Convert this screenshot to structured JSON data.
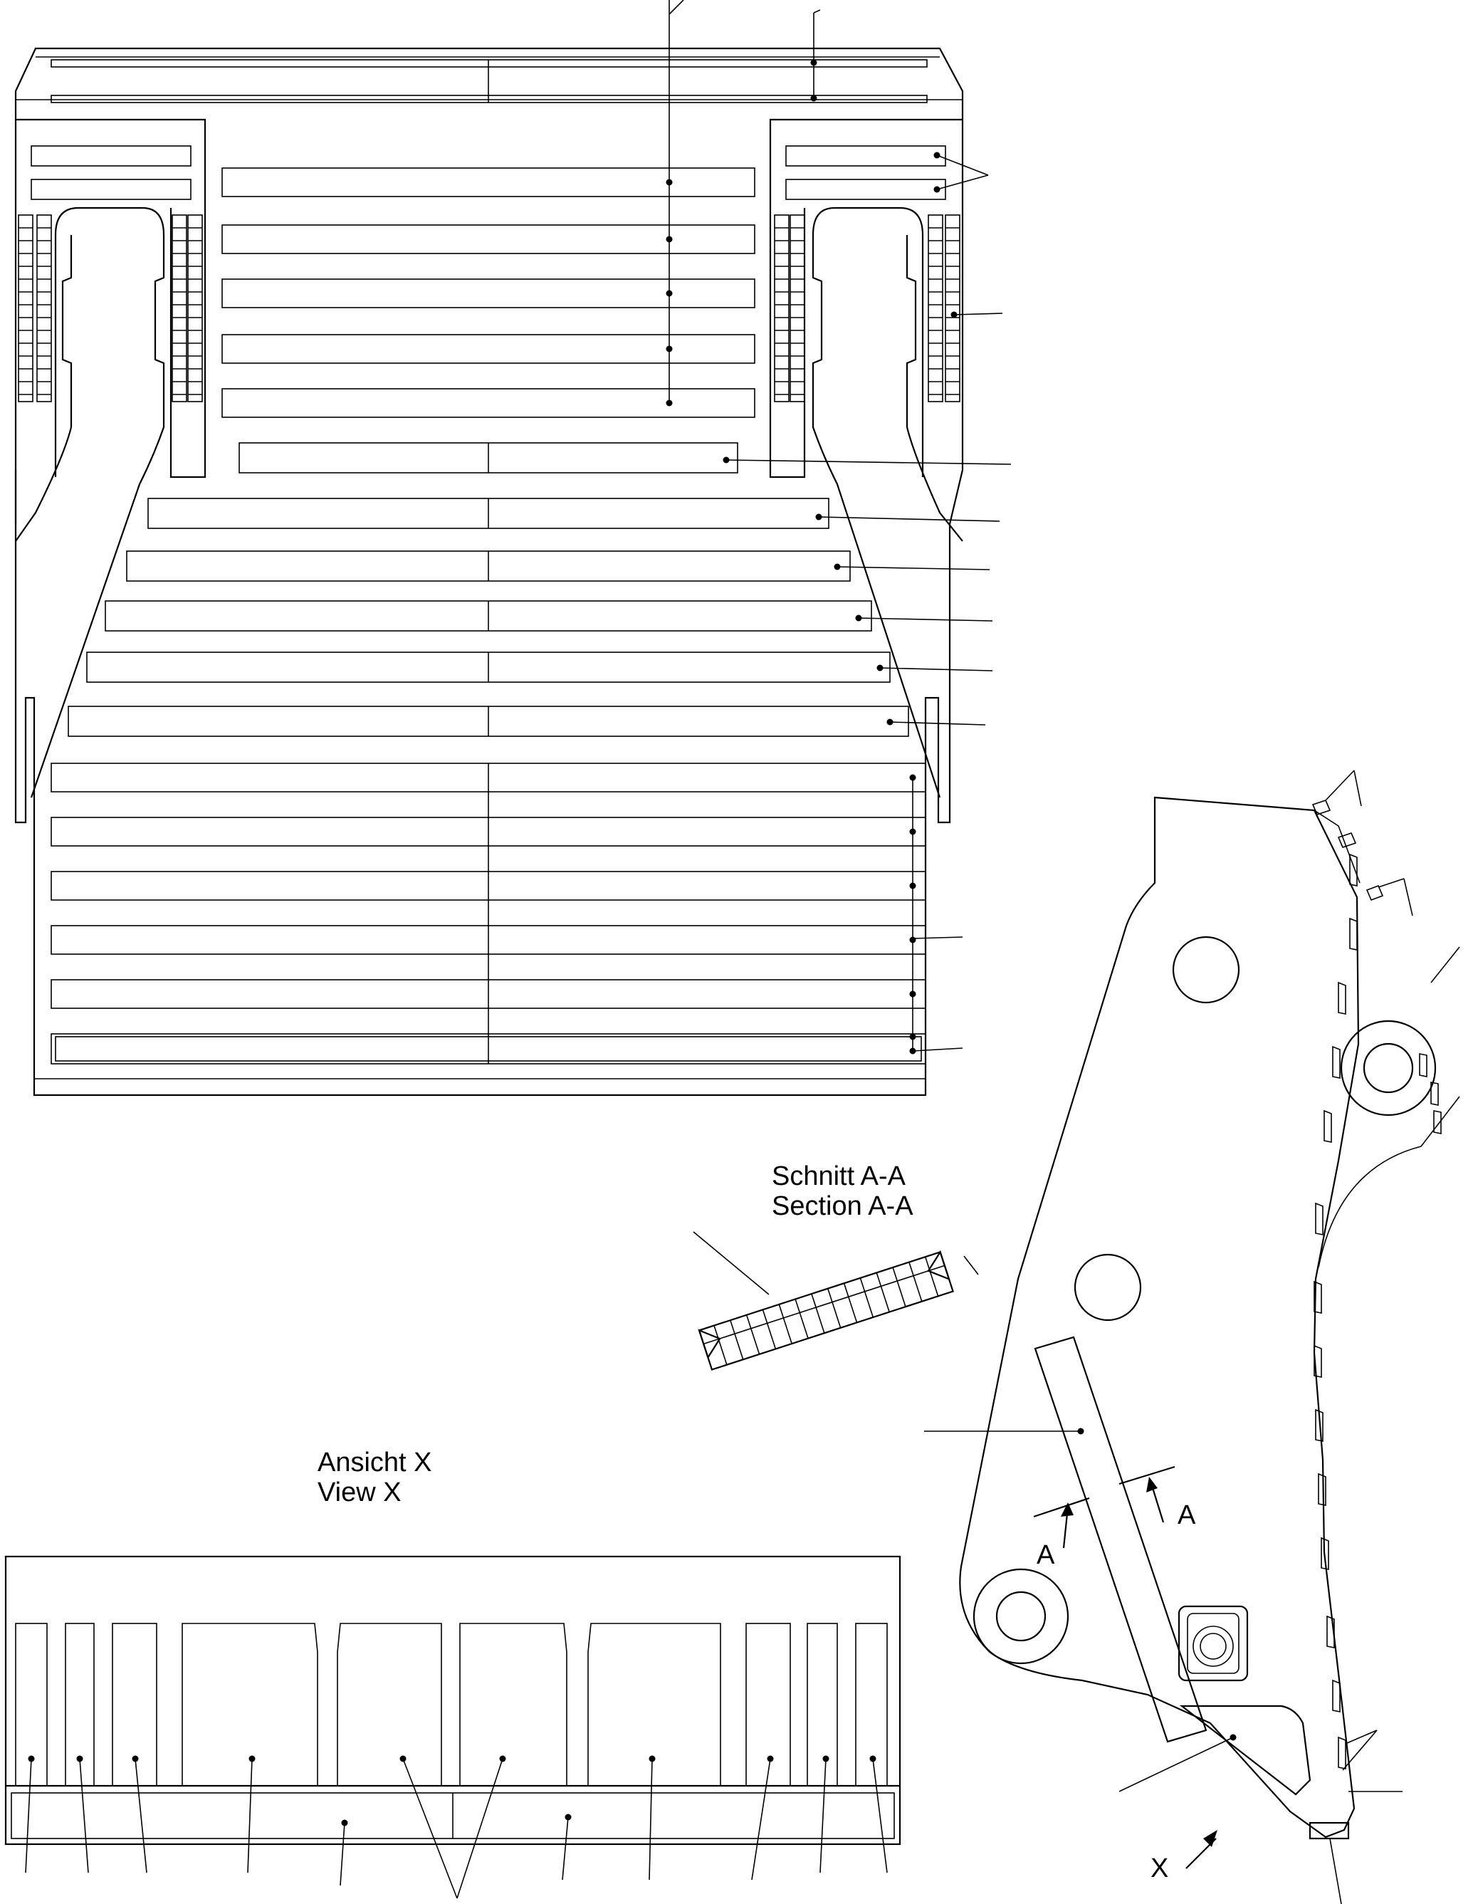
{
  "labels": {
    "section_title_de": "Schnitt A-A",
    "section_title_en": "Section A-A",
    "view_title_de": "Ansicht X",
    "view_title_en": "View X",
    "cut_marker_left": "A",
    "cut_marker_right": "A",
    "view_arrow_label": "X"
  }
}
